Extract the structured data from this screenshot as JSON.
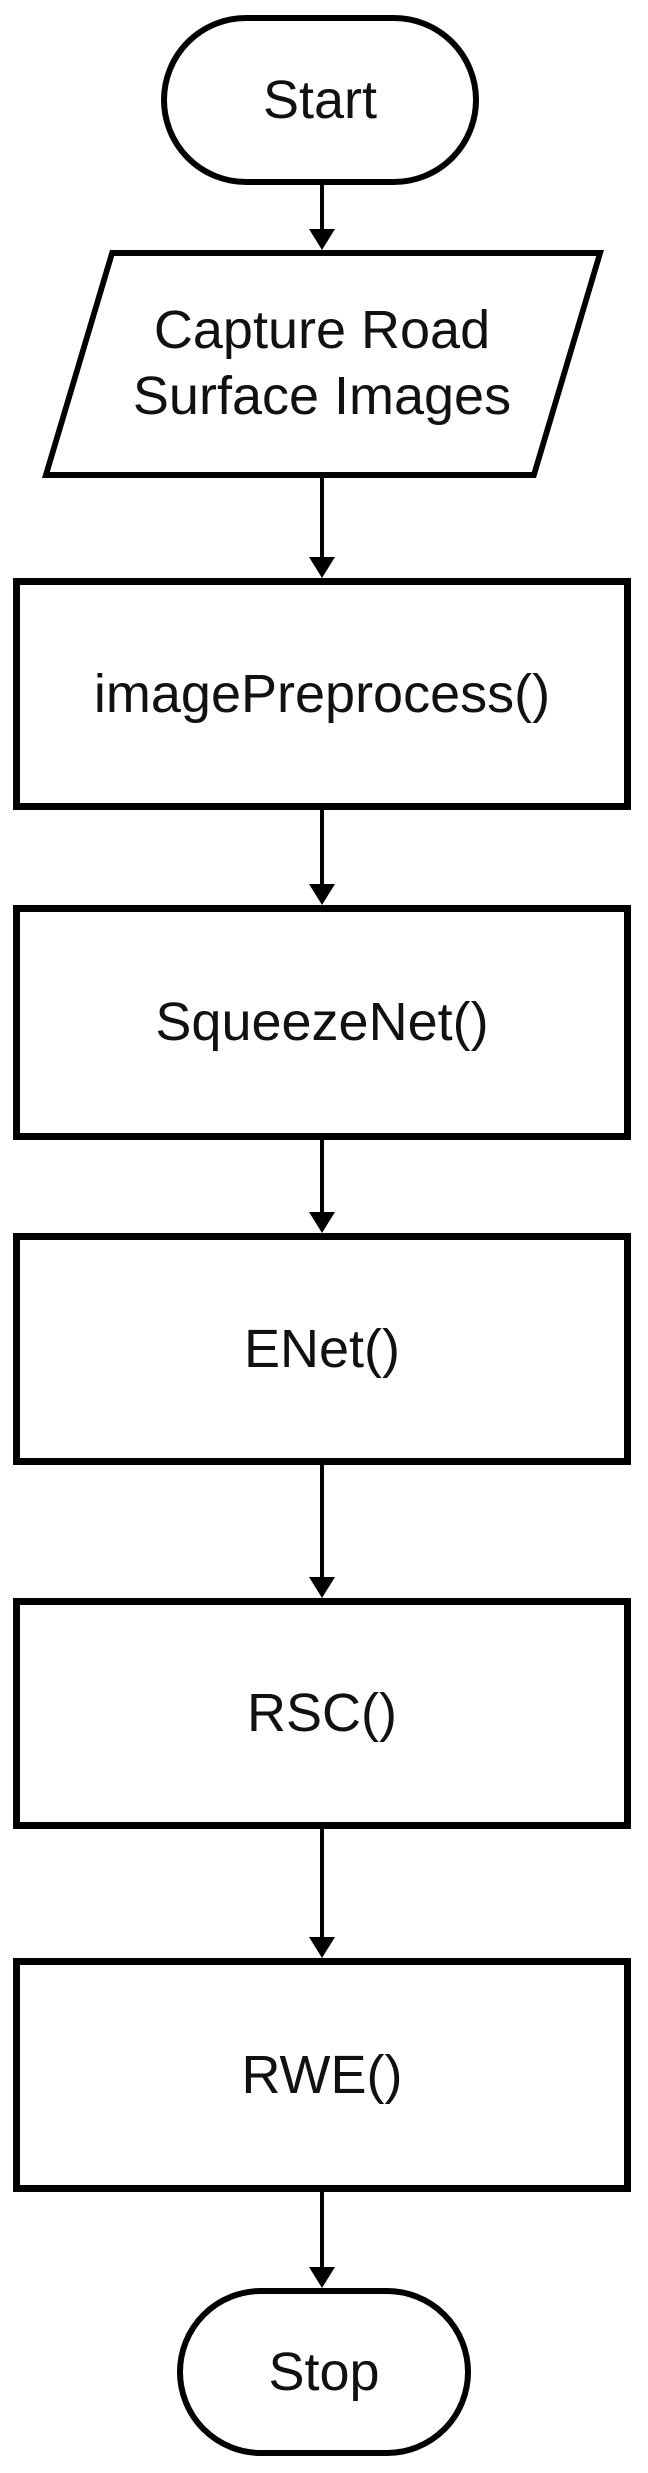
{
  "diagram": {
    "type": "flowchart",
    "background_color": "#ffffff",
    "stroke_color": "#000000",
    "text_color": "#111111",
    "nodes": [
      {
        "id": "start",
        "shape": "terminator",
        "label": "Start"
      },
      {
        "id": "capture",
        "shape": "parallelogram",
        "label": "Capture Road Surface Images"
      },
      {
        "id": "preprocess",
        "shape": "process",
        "label": "imagePreprocess()"
      },
      {
        "id": "squeezenet",
        "shape": "process",
        "label": "SqueezeNet()"
      },
      {
        "id": "enet",
        "shape": "process",
        "label": "ENet()"
      },
      {
        "id": "rsc",
        "shape": "process",
        "label": "RSC()"
      },
      {
        "id": "rwe",
        "shape": "process",
        "label": "RWE()"
      },
      {
        "id": "stop",
        "shape": "terminator",
        "label": "Stop"
      }
    ],
    "edges": [
      {
        "from": "start",
        "to": "capture"
      },
      {
        "from": "capture",
        "to": "preprocess"
      },
      {
        "from": "preprocess",
        "to": "squeezenet"
      },
      {
        "from": "squeezenet",
        "to": "enet"
      },
      {
        "from": "enet",
        "to": "rsc"
      },
      {
        "from": "rsc",
        "to": "rwe"
      },
      {
        "from": "rwe",
        "to": "stop"
      }
    ]
  }
}
